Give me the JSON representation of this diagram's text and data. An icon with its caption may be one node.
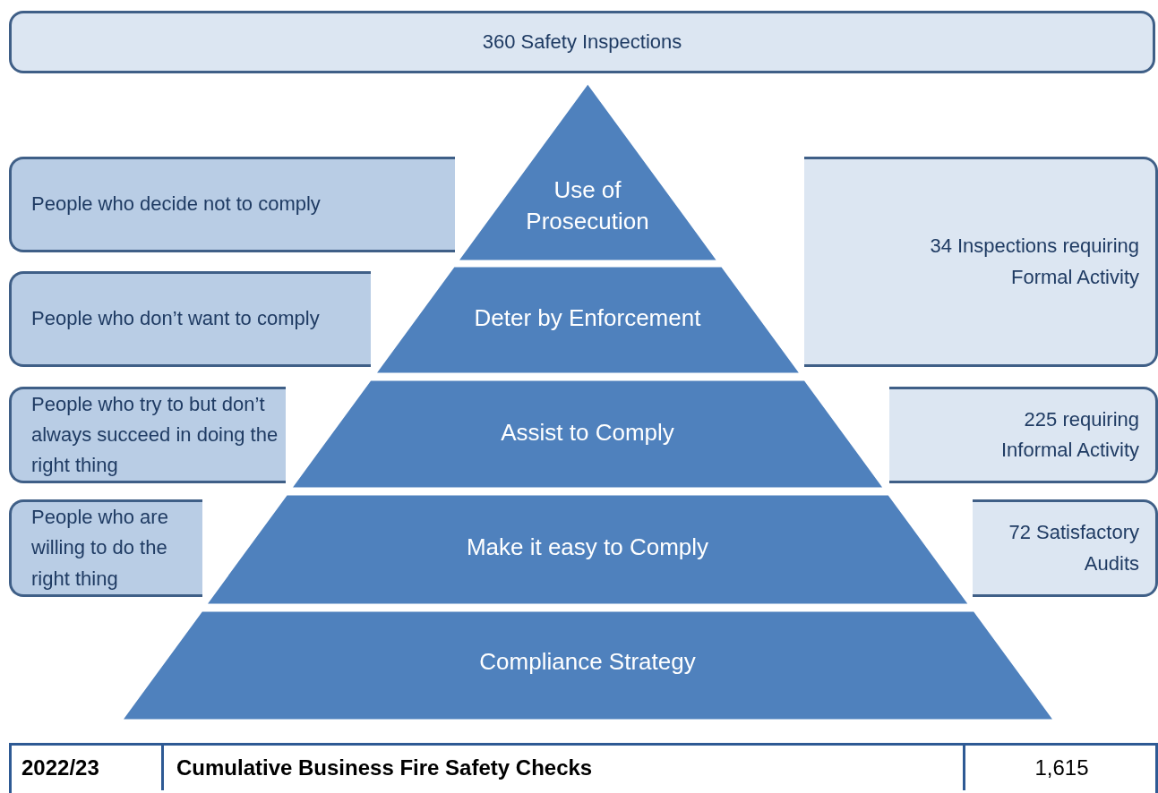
{
  "diagram": {
    "nodes": [
      {
        "text": [
          "360 Safety Inspections"
        ]
      },
      {
        "text": [
          "People who decide not to comply"
        ]
      },
      {
        "text": [
          "Use of Prosecution"
        ]
      },
      {
        "text": [
          "34 Inspections requiring Formal Activity"
        ]
      },
      {
        "text": [
          "People who don’t want to comply"
        ]
      },
      {
        "text": [
          "Deter by Enforcement"
        ]
      },
      {
        "text": [
          "People who try to but don’t always succeed in doing the right thing"
        ]
      },
      {
        "text": [
          "Assist to Comply"
        ]
      },
      {
        "text": [
          "225 requiring Informal Activity"
        ]
      },
      {
        "text": [
          "People who are willing to do the right thing"
        ]
      },
      {
        "text": [
          "Make it easy to Comply"
        ]
      },
      {
        "text": [
          "72 Satisfactory Audits"
        ]
      },
      {
        "text": [
          "Compliance Strategy"
        ]
      }
    ],
    "labels": [
      "2022/23",
      "Cumulative Business Fire Safety Checks",
      "1,615"
    ]
  }
}
